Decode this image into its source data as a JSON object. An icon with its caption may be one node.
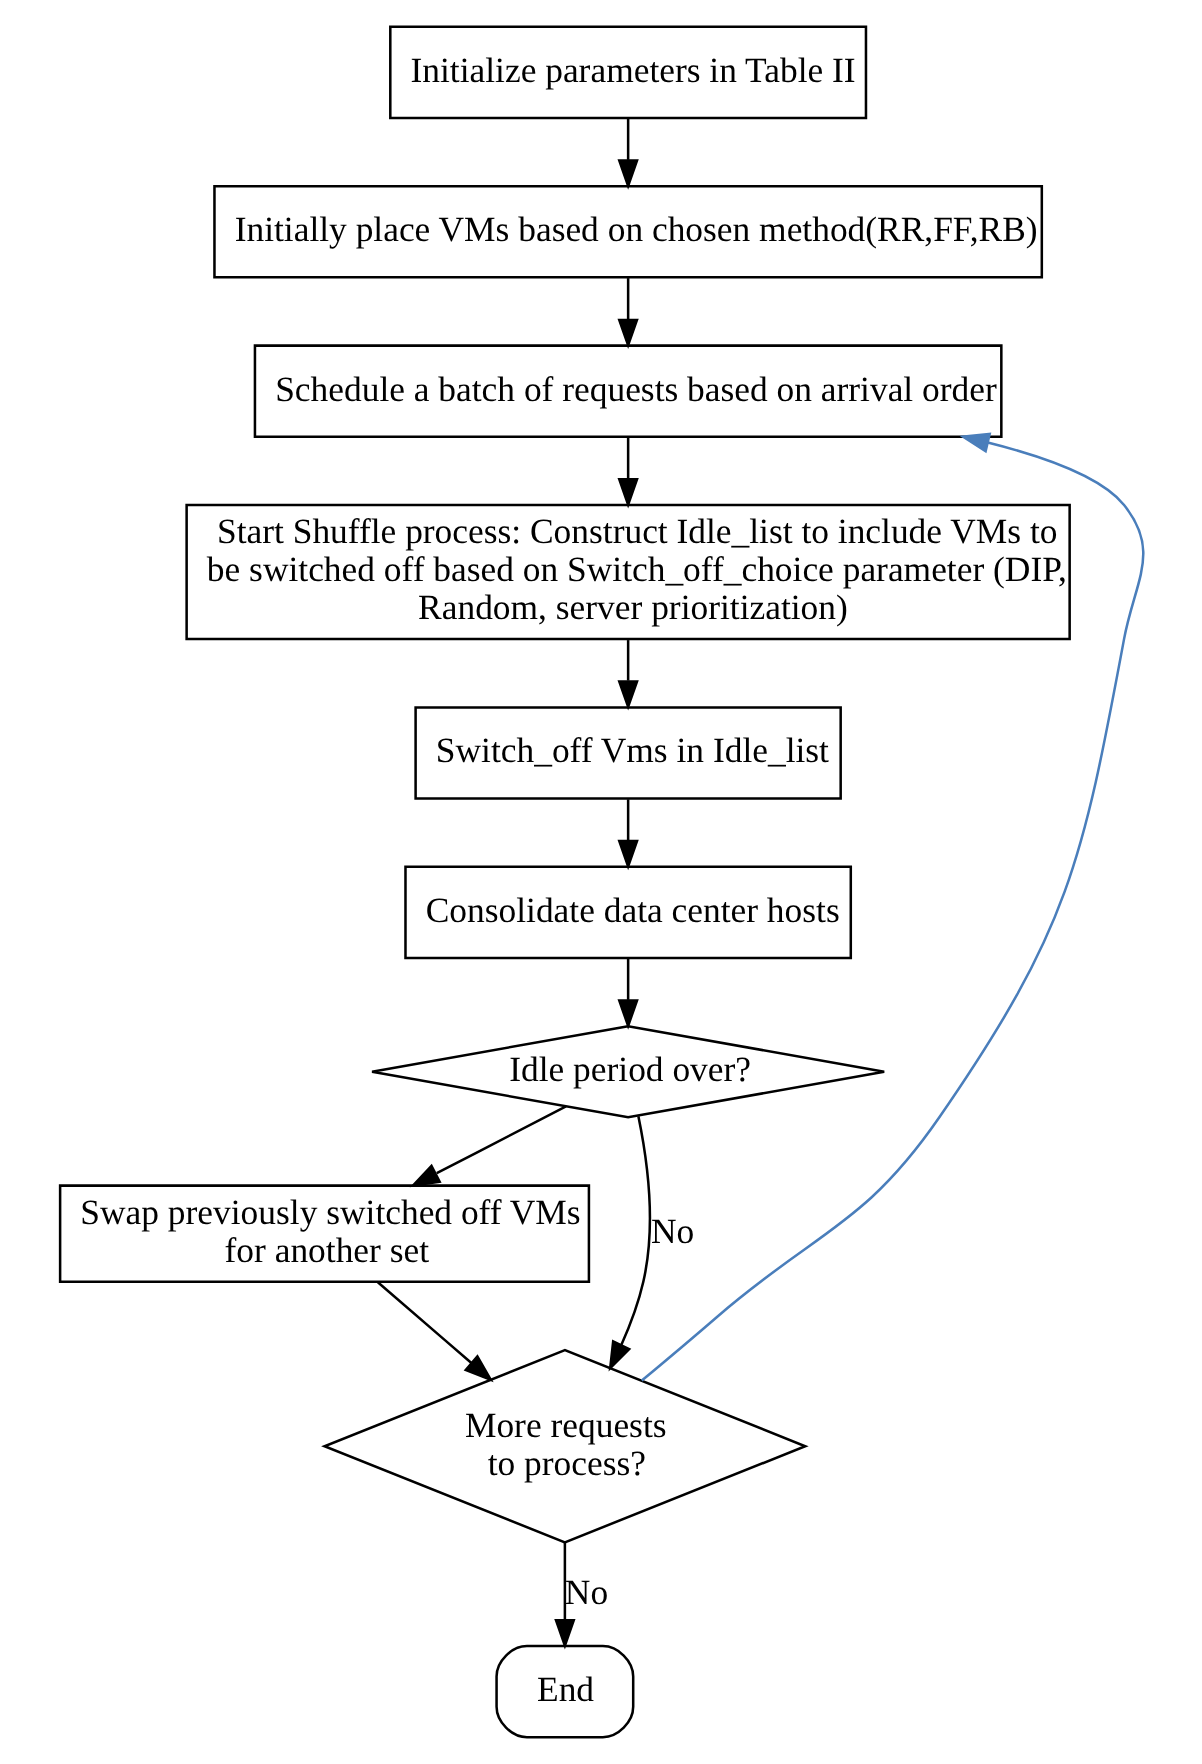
{
  "diagram": {
    "nodes": [
      {
        "text": [
          "Initialize parameters in Table II"
        ]
      },
      {
        "text": [
          "Initially place VMs based on chosen method(RR,FF,RB)"
        ]
      },
      {
        "text": [
          "Schedule a batch of requests based on arrival order"
        ]
      },
      {
        "text": [
          "Start Shuffle process: Construct Idle_list to include VMs to be switched off based on Switch_off_choice parameter (DIP, Random, server prioritization)"
        ]
      },
      {
        "text": [
          "Switch_off Vms in Idle_list"
        ]
      },
      {
        "text": [
          "Consolidate data center hosts"
        ]
      },
      {
        "text": [
          "Idle period over?"
        ]
      },
      {
        "text": [
          "Swap previously switched off VMs for another set"
        ]
      },
      {
        "text": [
          "More requests to process?"
        ]
      },
      {
        "text": [
          "End"
        ]
      }
    ],
    "edges": [
      {
        "from": 0,
        "to": 1,
        "arrow": "to"
      },
      {
        "from": 1,
        "to": 2,
        "arrow": "to"
      },
      {
        "from": 2,
        "to": 3,
        "arrow": "to"
      },
      {
        "from": 3,
        "to": 4,
        "arrow": "to"
      },
      {
        "from": 4,
        "to": 5,
        "arrow": "to"
      },
      {
        "from": 5,
        "to": 6,
        "arrow": "to"
      },
      {
        "from": 6,
        "to": 7,
        "arrow": "to"
      },
      {
        "from": 6,
        "to": 8,
        "label": "No",
        "arrow": "to"
      },
      {
        "from": 7,
        "to": 8,
        "arrow": "to"
      },
      {
        "from": 8,
        "to": 2,
        "arrow": "to",
        "color": "#4a7ebb"
      },
      {
        "from": 8,
        "to": 9,
        "label": "No",
        "arrow": "to"
      }
    ]
  }
}
